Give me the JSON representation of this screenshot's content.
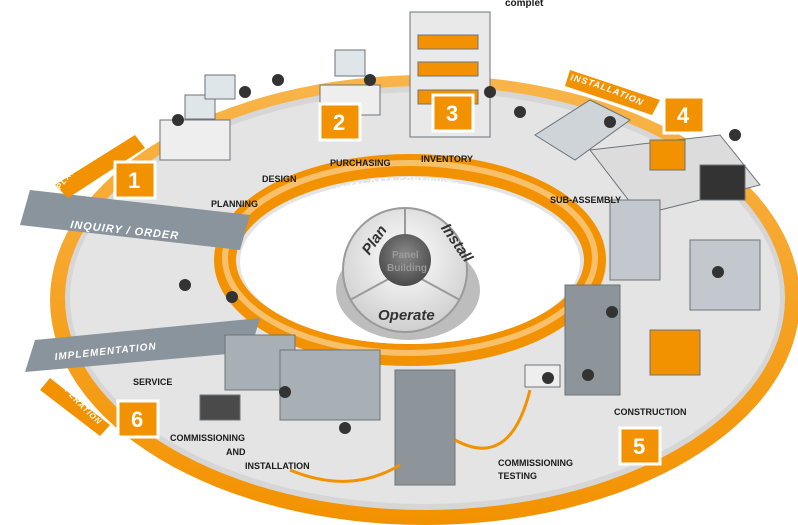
{
  "top_fragment": "complet",
  "bands": {
    "planning": "PLANNING",
    "installation": "INSTALLATION",
    "inquiry": "INQUIRY / ORDER",
    "implementation": "IMPLEMENTATION",
    "operation": "OPERATION",
    "digital": "DIGITAL DATA CONTINUITY"
  },
  "steps": [
    "1",
    "2",
    "3",
    "4",
    "5",
    "6"
  ],
  "stations": {
    "design": "DESIGN",
    "planning": "PLANNING",
    "purchasing": "PURCHASING",
    "inventory": "INVENTORY",
    "sub_assembly": "SUB-ASSEMBLY",
    "construction": "CONSTRUCTION",
    "testing_l1": "COMMISSIONING",
    "testing_l2": "TESTING",
    "install_l1": "COMMISSIONING",
    "install_l2": "AND",
    "install_l3": "INSTALLATION",
    "service": "SERVICE"
  },
  "hub": {
    "plan": "Plan",
    "install": "Install",
    "operate": "Operate",
    "center_l1": "Panel",
    "center_l2": "Building"
  },
  "colors": {
    "orange": "#f39200",
    "orange_light": "#f8b54a",
    "floor": "#d6d6d6",
    "band_grey": "#8a949c"
  }
}
